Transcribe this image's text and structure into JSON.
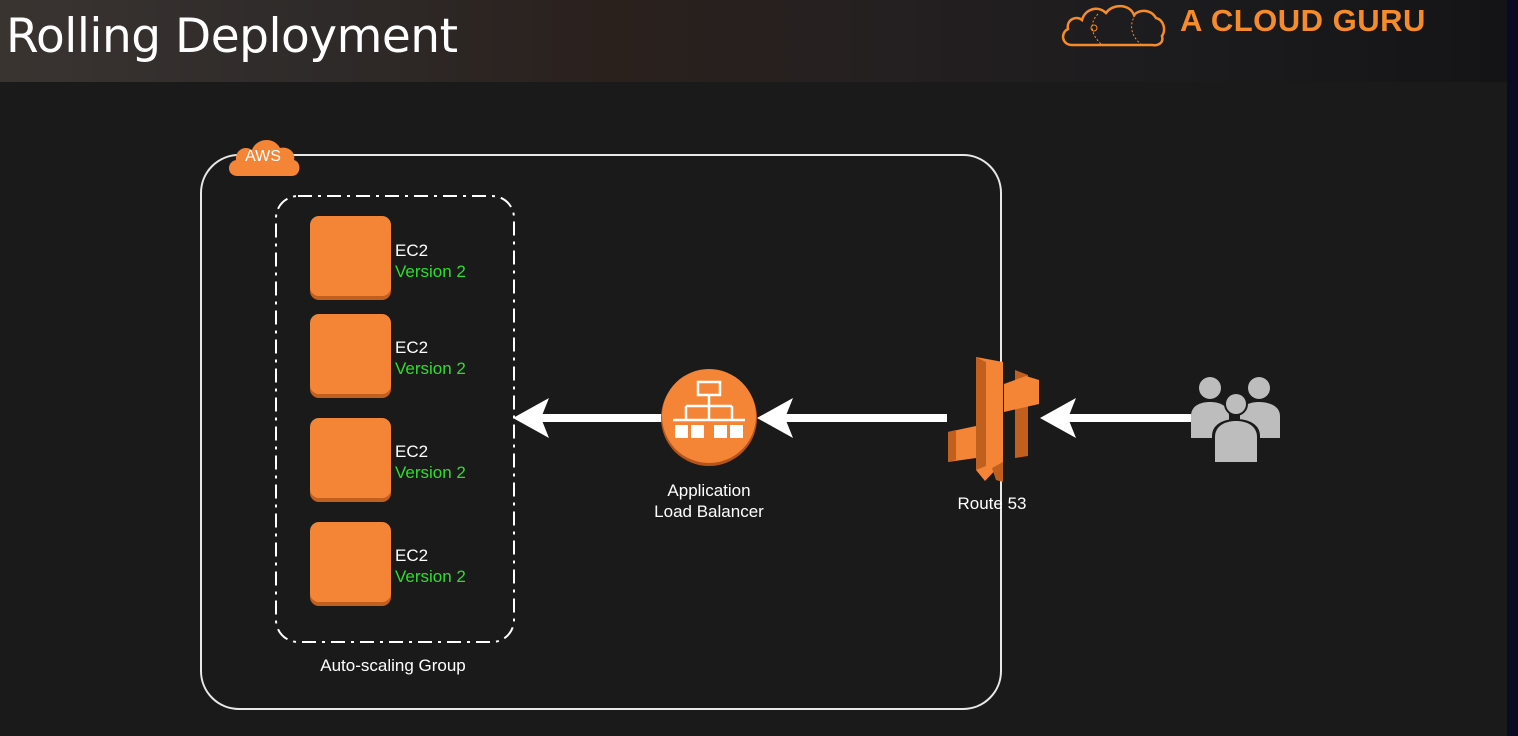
{
  "slide": {
    "title": "Rolling Deployment"
  },
  "brand": {
    "name": "A CLOUD GURU",
    "logo_icon": "cloud-logo-icon",
    "color": "#f68b2b"
  },
  "diagram": {
    "cloud_badge": "AWS",
    "group_label": "Auto-scaling Group",
    "instances": [
      {
        "name": "EC2",
        "version": "Version 2"
      },
      {
        "name": "EC2",
        "version": "Version 2"
      },
      {
        "name": "EC2",
        "version": "Version 2"
      },
      {
        "name": "EC2",
        "version": "Version 2"
      }
    ],
    "load_balancer": {
      "line1": "Application",
      "line2": "Load Balancer",
      "icon": "load-balancer-icon"
    },
    "dns": {
      "label": "Route 53",
      "icon": "route53-icon"
    },
    "users_icon": "users-icon",
    "colors": {
      "aws_orange": "#f58536",
      "version_green": "#2fdc2f",
      "outline": "#ffffff"
    }
  }
}
